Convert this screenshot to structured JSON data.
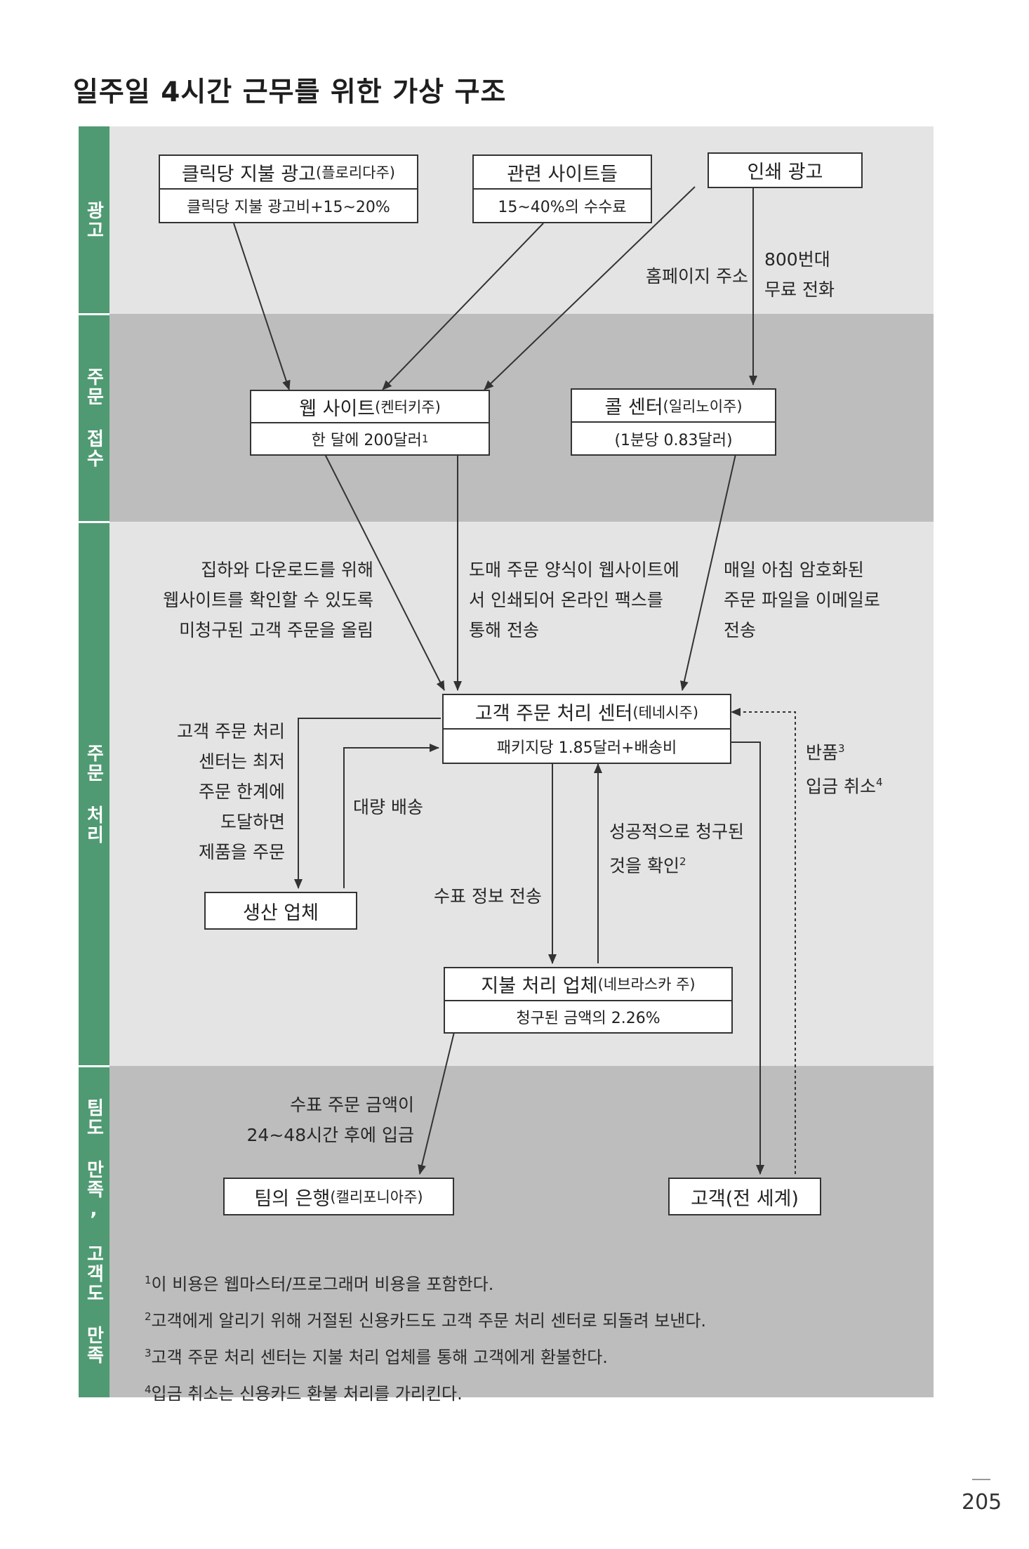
{
  "title": "일주일 4시간 근무를 위한 가상 구조",
  "stages": [
    "광고",
    "주문 접수",
    "주문 처리",
    "팀도 만족, 고객도 만족"
  ],
  "nodes": {
    "ppc_ad": {
      "name": "클릭당 지불 광고",
      "place": "(플로리다주)",
      "detail": "클릭당 지불 광고비+15~20%"
    },
    "affiliates": {
      "name": "관련 사이트들",
      "detail": "15~40%의 수수료"
    },
    "print_ad": {
      "name": "인쇄 광고"
    },
    "website": {
      "name": "웹 사이트",
      "place": "(켄터키주)",
      "detail": "한 달에 200달러",
      "detail_note": "1"
    },
    "call_center": {
      "name": "콜 센터",
      "place": "(일리노이주)",
      "detail": "(1분당 0.83달러)"
    },
    "fulfillment": {
      "name": "고객 주문 처리 센터",
      "place": "(테네시주)",
      "detail": "패키지당 1.85달러+배송비"
    },
    "manufacturer": {
      "name": "생산 업체"
    },
    "payment": {
      "name": "지불 처리 업체",
      "place": "(네브라스카 주)",
      "detail": "청구된 금액의 2.26%"
    },
    "bank": {
      "name": "팀의 은행",
      "place": "(캘리포니아주)"
    },
    "customer": {
      "name": "고객(전 세계)"
    }
  },
  "edge_labels": {
    "homepage": "홈페이지 주소",
    "tollfree": [
      "800번대",
      "무료 전화"
    ],
    "website_to_fulfillment": [
      "집하와 다운로드를 위해",
      "웹사이트를 확인할 수 있도록",
      "미청구된 고객 주문을 올림"
    ],
    "wholesale": [
      "도매 주문 양식이 웹사이트에",
      "서 인쇄되어 온라인 팩스를",
      "통해 전송"
    ],
    "daily": [
      "매일 아침 암호화된",
      "주문 파일을 이메일로",
      "전송"
    ],
    "reorder": [
      "고객 주문 처리",
      "센터는 최저",
      "주문 한계에",
      "도달하면",
      "제품을 주문"
    ],
    "bulk": "대량 배송",
    "returns": "반품",
    "returns_note": "3",
    "chargeback": "입금 취소",
    "chargeback_note": "4",
    "confirm": [
      "성공적으로 청구된",
      "것을 확인"
    ],
    "confirm_note": "2",
    "receipt": "수표 정보 전송",
    "deposit": [
      "수표 주문 금액이",
      "24~48시간 후에 입금"
    ]
  },
  "footnotes": [
    {
      "mark": "1",
      "text": "이 비용은 웹마스터/프로그래머 비용을 포함한다."
    },
    {
      "mark": "2",
      "text": "고객에게 알리기 위해 거절된 신용카드도 고객 주문 처리 센터로 되돌려 보낸다."
    },
    {
      "mark": "3",
      "text": "고객 주문 처리 센터는 지불 처리 업체를 통해 고객에게 환불한다."
    },
    {
      "mark": "4",
      "text": "입금 취소는 신용카드 환불 처리를 가리킨다."
    }
  ],
  "page_number": "205"
}
